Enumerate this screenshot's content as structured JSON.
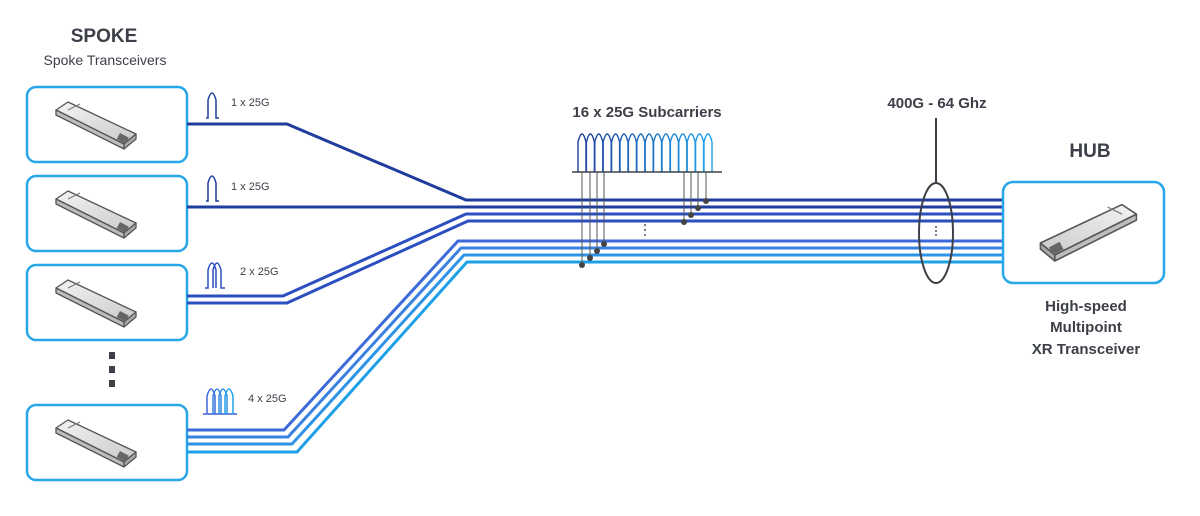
{
  "spoke": {
    "title": "SPOKE",
    "subtitle": "Spoke Transceivers",
    "channels": [
      {
        "label": "1 x 25G",
        "count": 1
      },
      {
        "label": "1 x 25G",
        "count": 1
      },
      {
        "label": "2 x 25G",
        "count": 2
      },
      {
        "label": "4 x 25G",
        "count": 4
      }
    ],
    "ellipsis": "⋮"
  },
  "subcarriers": {
    "label": "16 x 25G Subcarriers",
    "count": 16
  },
  "bandwidth": {
    "label": "400G - 64 Ghz"
  },
  "hub": {
    "title": "HUB",
    "caption_lines": [
      "High-speed",
      "Multipoint",
      "XR Transceiver"
    ]
  },
  "colors": {
    "dark_blue": "#1f3d9c",
    "mid_blue": "#3a62d4",
    "light_blue": "#1ea0e8",
    "box_border": "#27a6e8",
    "text": "#3d4048",
    "wire": "#444444"
  }
}
